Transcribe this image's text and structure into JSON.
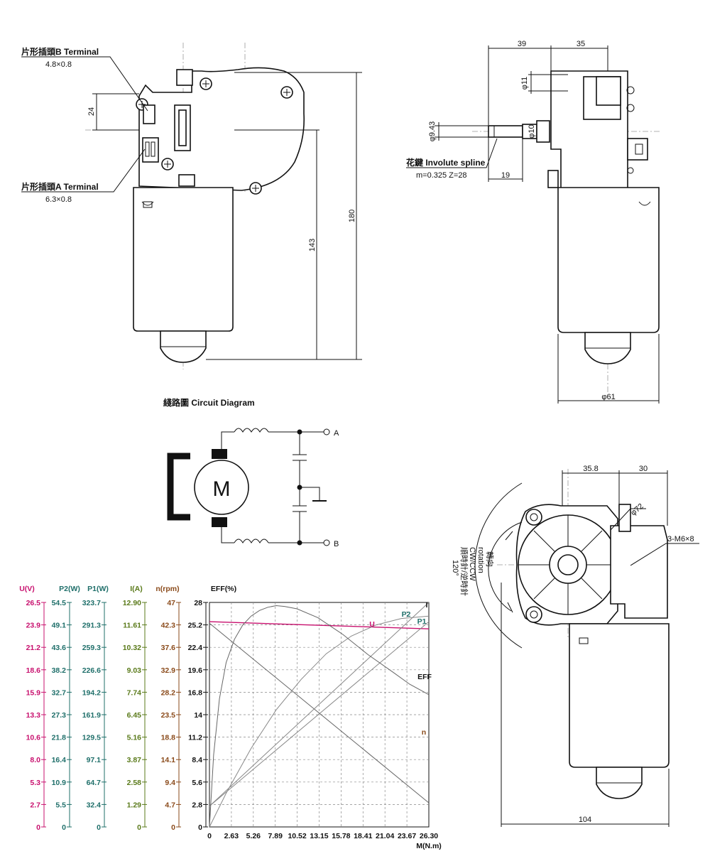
{
  "front_view": {
    "terminal_b_label": "片形插頭B Terminal",
    "terminal_b_size": "4.8×0.8",
    "terminal_a_label": "片形插頭A Terminal",
    "terminal_a_size": "6.3×0.8",
    "dim_24": "24",
    "dim_143": "143",
    "dim_180": "180"
  },
  "side_view": {
    "dim_39": "39",
    "dim_35": "35",
    "dim_11": "φ11",
    "dim_943": "φ9.43",
    "dim_10": "φ10",
    "dim_19": "19",
    "spline_label": "花鍵 Involute spline",
    "spline_spec": "m=0.325 Z=28",
    "dim_61": "φ61"
  },
  "circuit": {
    "title": "綫路圖 Circuit Diagram",
    "motor_label": "M",
    "terminal_a": "A",
    "terminal_b": "B"
  },
  "bottom_view": {
    "dim_358": "35.8",
    "dim_30": "30",
    "dim_72": "φ72",
    "mount_holes": "3-M6×8",
    "rotation_cn": "順時針/逆時針",
    "rotation_en": "CW/CCW",
    "rotation_word": "rotation",
    "rotation_cn2": "轉向",
    "angle": "120°",
    "dim_104": "104"
  },
  "chart_data": {
    "type": "line",
    "xlabel": "M(N.m)",
    "x_ticks": [
      "0",
      "2.63",
      "5.26",
      "7.89",
      "10.52",
      "13.15",
      "15.78",
      "18.41",
      "21.04",
      "23.67",
      "26.30"
    ],
    "xlim": [
      0,
      26.3
    ],
    "axes": [
      {
        "name": "U(V)",
        "color": "#c8106e",
        "ticks": [
          "26.5",
          "23.9",
          "21.2",
          "18.6",
          "15.9",
          "13.3",
          "10.6",
          "8.0",
          "5.3",
          "2.7",
          "0"
        ]
      },
      {
        "name": "P2(W)",
        "color": "#1f6f6a",
        "ticks": [
          "54.5",
          "49.1",
          "43.6",
          "38.2",
          "32.7",
          "27.3",
          "21.8",
          "16.4",
          "10.9",
          "5.5",
          "0"
        ]
      },
      {
        "name": "P1(W)",
        "color": "#1f6f6a",
        "ticks": [
          "323.7",
          "291.3",
          "259.3",
          "226.6",
          "194.2",
          "161.9",
          "129.5",
          "97.1",
          "64.7",
          "32.4",
          "0"
        ]
      },
      {
        "name": "I(A)",
        "color": "#5a7a1a",
        "ticks": [
          "12.90",
          "11.61",
          "10.32",
          "9.03",
          "7.74",
          "6.45",
          "5.16",
          "3.87",
          "2.58",
          "1.29",
          "0"
        ]
      },
      {
        "name": "n(rpm)",
        "color": "#8a4a1a",
        "ticks": [
          "47",
          "42.3",
          "37.6",
          "32.9",
          "28.2",
          "23.5",
          "18.8",
          "14.1",
          "9.4",
          "4.7",
          "0"
        ]
      },
      {
        "name": "EFF(%)",
        "color": "#111111",
        "ticks": [
          "28",
          "25.2",
          "22.4",
          "19.6",
          "16.8",
          "14",
          "11.2",
          "8.4",
          "5.6",
          "2.8",
          "0"
        ]
      }
    ],
    "series": [
      {
        "name": "U",
        "color": "#c8106e",
        "x": [
          0,
          26.3
        ],
        "y": [
          25.6,
          24.7
        ]
      },
      {
        "name": "n",
        "color": "#666666",
        "x": [
          0,
          26.3
        ],
        "y": [
          25.4,
          3.0
        ]
      },
      {
        "name": "I",
        "color": "#888888",
        "x": [
          0,
          26.3
        ],
        "y": [
          2.6,
          28.0
        ]
      },
      {
        "name": "P1",
        "color": "#888888",
        "x": [
          0,
          26.3
        ],
        "y": [
          2.6,
          25.6
        ]
      },
      {
        "name": "P2",
        "color": "#888888",
        "x": [
          0,
          2,
          5,
          8,
          11,
          14,
          17,
          20,
          23,
          26.3
        ],
        "y": [
          0,
          4.2,
          9.8,
          14.6,
          18.4,
          21.6,
          23.8,
          25.2,
          26.0,
          26.3
        ]
      },
      {
        "name": "EFF",
        "color": "#666666",
        "x": [
          0,
          0.5,
          1.2,
          2,
          3,
          4,
          5,
          6,
          7,
          8,
          9,
          10.5,
          13,
          16,
          19,
          22,
          24,
          26.3
        ],
        "y": [
          0,
          9,
          16,
          20.5,
          23.4,
          25.2,
          26.3,
          27.0,
          27.4,
          27.6,
          27.5,
          27.2,
          26.1,
          24.0,
          21.5,
          19.3,
          17.8,
          16.5
        ]
      }
    ],
    "grid": true
  }
}
